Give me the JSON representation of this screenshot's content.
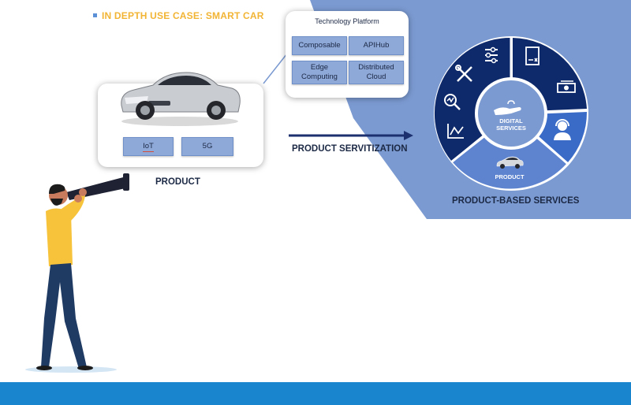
{
  "heading": "IN DEPTH USE CASE: SMART CAR",
  "tech_platform": {
    "title": "Technology Platform",
    "chips": [
      "Composable",
      "APIHub",
      "Edge\nComputing",
      "Distributed\nCloud"
    ]
  },
  "product": {
    "chips": [
      "IoT",
      "5G"
    ],
    "label": "PRODUCT"
  },
  "arrow_label": "PRODUCT SERVITIZATION",
  "services": {
    "center_label": "DIGITAL\nSERVICES",
    "product_segment_label": "PRODUCT",
    "caption": "PRODUCT-BASED SERVICES"
  },
  "icons": [
    "tools-icon",
    "sliders-icon",
    "document-icon",
    "cash-icon",
    "support-agent-icon",
    "analytics-search-icon",
    "line-chart-icon",
    "hand-icon",
    "car-icon",
    "telescope-icon"
  ],
  "colors": {
    "panel": "#7b9ad1",
    "ring_dark": "#0f2a6b",
    "ring_mid": "#3a6bc7",
    "ring_light": "#5e84cf",
    "accent_yellow": "#f2b434",
    "bar_blue": "#1a85cf"
  }
}
